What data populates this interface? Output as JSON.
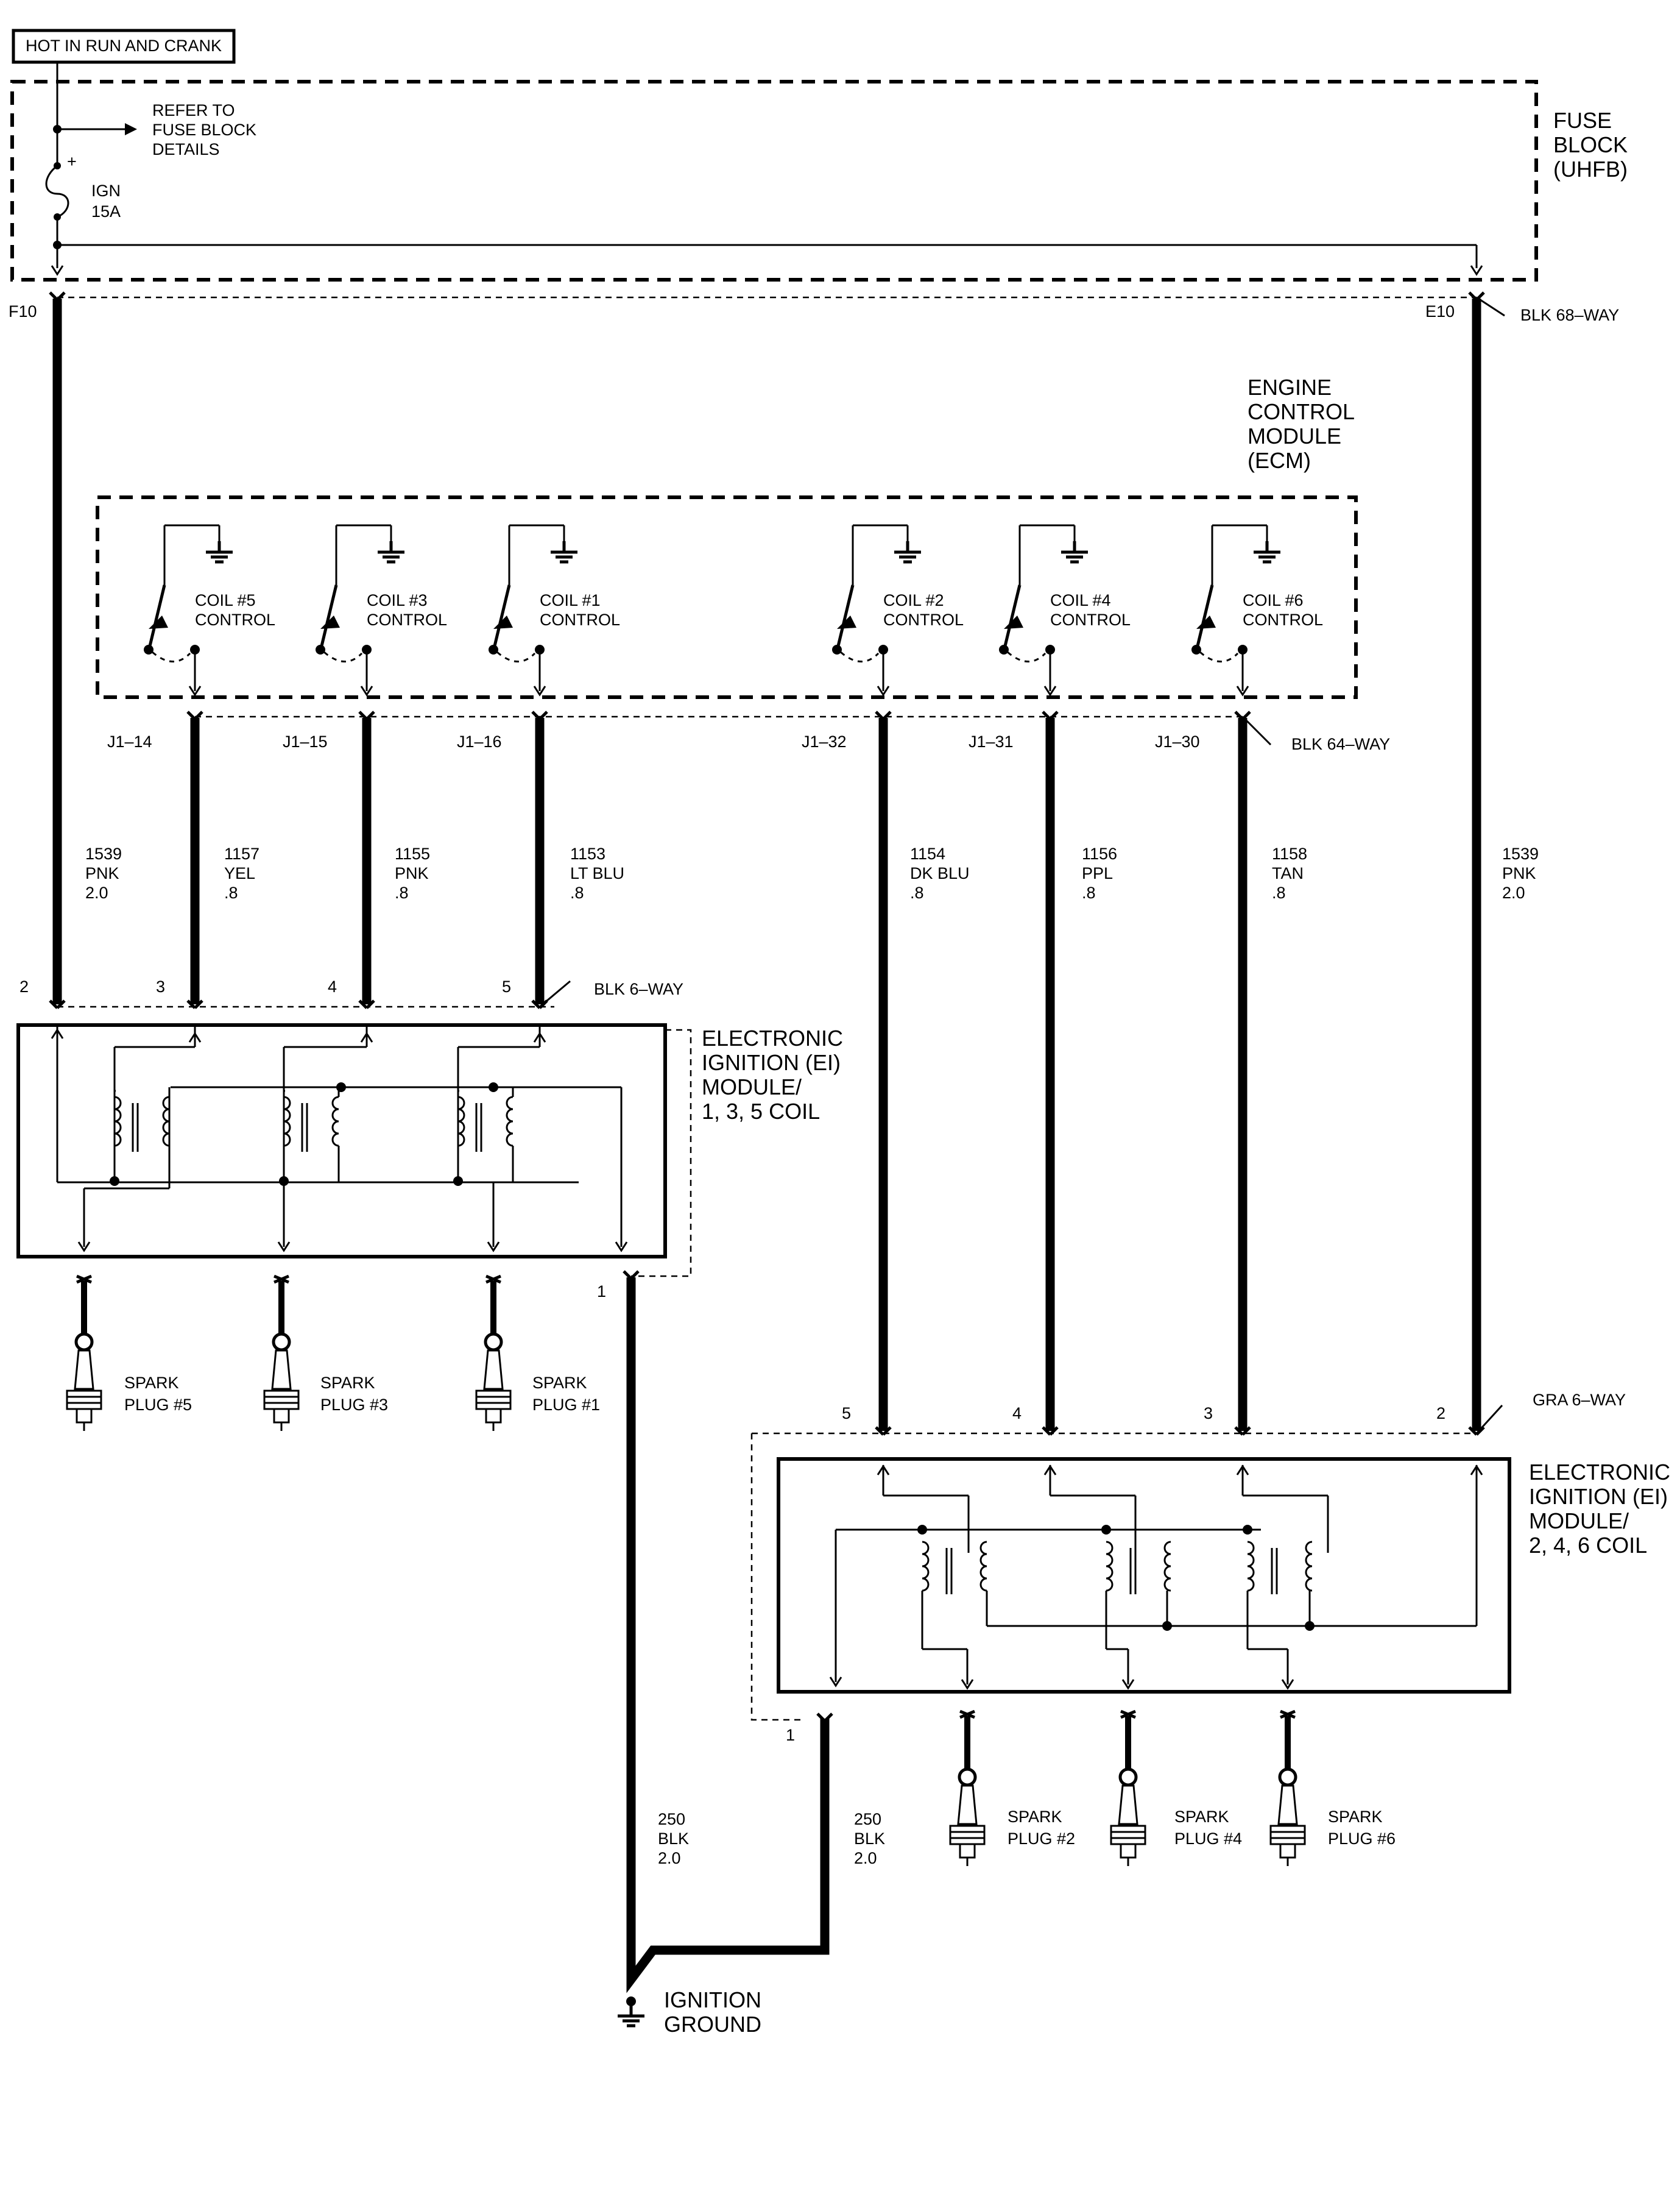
{
  "header": {
    "power_label": "HOT IN RUN AND CRANK"
  },
  "fuse_block": {
    "title": [
      "FUSE",
      "BLOCK",
      "(UHFB)"
    ],
    "refer": [
      "REFER TO",
      "FUSE BLOCK",
      "DETAILS"
    ],
    "fuse_plus": "+",
    "fuse_name": "IGN",
    "fuse_rating": "15A",
    "pin_left": "F10",
    "pin_right": "E10",
    "connector": "BLK 68–WAY"
  },
  "ecm": {
    "title": [
      "ENGINE",
      "CONTROL",
      "MODULE",
      "(ECM)"
    ],
    "connector": "BLK 64–WAY",
    "drivers": [
      {
        "name": "COIL #5",
        "sub": "CONTROL",
        "pin": "J1–14"
      },
      {
        "name": "COIL #3",
        "sub": "CONTROL",
        "pin": "J1–15"
      },
      {
        "name": "COIL #1",
        "sub": "CONTROL",
        "pin": "J1–16"
      },
      {
        "name": "COIL #2",
        "sub": "CONTROL",
        "pin": "J1–32"
      },
      {
        "name": "COIL #4",
        "sub": "CONTROL",
        "pin": "J1–31"
      },
      {
        "name": "COIL #6",
        "sub": "CONTROL",
        "pin": "J1–30"
      }
    ]
  },
  "wires": [
    {
      "circuit": "1539",
      "color": "PNK",
      "gauge": "2.0"
    },
    {
      "circuit": "1157",
      "color": "YEL",
      "gauge": ".8"
    },
    {
      "circuit": "1155",
      "color": "PNK",
      "gauge": ".8"
    },
    {
      "circuit": "1153",
      "color": "LT BLU",
      "gauge": ".8"
    },
    {
      "circuit": "1154",
      "color": "DK BLU",
      "gauge": ".8"
    },
    {
      "circuit": "1156",
      "color": "PPL",
      "gauge": ".8"
    },
    {
      "circuit": "1158",
      "color": "TAN",
      "gauge": ".8"
    },
    {
      "circuit": "1539",
      "color": "PNK",
      "gauge": "2.0"
    },
    {
      "circuit": "250",
      "color": "BLK",
      "gauge": "2.0"
    },
    {
      "circuit": "250",
      "color": "BLK",
      "gauge": "2.0"
    }
  ],
  "ei_module_a": {
    "title": [
      "ELECTRONIC",
      "IGNITION (EI)",
      "MODULE/",
      "1, 3, 5 COIL"
    ],
    "connector": "BLK 6–WAY",
    "pins": [
      "2",
      "3",
      "4",
      "5",
      "1"
    ]
  },
  "ei_module_b": {
    "title": [
      "ELECTRONIC",
      "IGNITION (EI)",
      "MODULE/",
      "2, 4, 6 COIL"
    ],
    "connector": "GRA 6–WAY",
    "pins": [
      "5",
      "4",
      "3",
      "2",
      "1"
    ]
  },
  "spark_plugs_a": [
    {
      "name": "SPARK",
      "num": "PLUG #5"
    },
    {
      "name": "SPARK",
      "num": "PLUG #3"
    },
    {
      "name": "SPARK",
      "num": "PLUG #1"
    }
  ],
  "spark_plugs_b": [
    {
      "name": "SPARK",
      "num": "PLUG #2"
    },
    {
      "name": "SPARK",
      "num": "PLUG #4"
    },
    {
      "name": "SPARK",
      "num": "PLUG #6"
    }
  ],
  "ground": {
    "label": [
      "IGNITION",
      "GROUND"
    ]
  }
}
